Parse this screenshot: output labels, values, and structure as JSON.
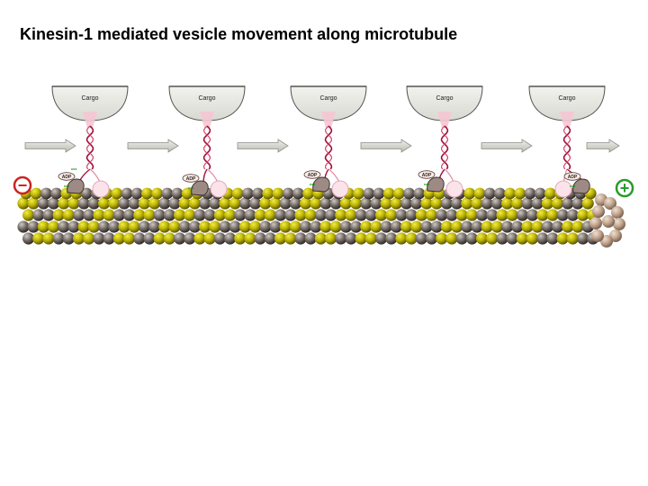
{
  "slide": {
    "title": "Kinesin-1 mediated vesicle movement along microtubule"
  },
  "diagram": {
    "minus_end_symbol": "−",
    "plus_end_symbol": "+",
    "cargo_label": "Cargo",
    "adp_label": "ADP",
    "stages": [
      {
        "cargo": "Cargo",
        "adp": "ADP"
      },
      {
        "cargo": "Cargo",
        "adp": "ADP"
      },
      {
        "cargo": "Cargo",
        "adp": "ADP"
      },
      {
        "cargo": "Cargo",
        "adp": "ADP"
      },
      {
        "cargo": "Cargo",
        "adp": "ADP"
      }
    ],
    "colors": {
      "alpha_tubulin": "#b9b100",
      "beta_tubulin": "#6f6762",
      "tubulin_end": "#c2a58f",
      "minus_end": "#cc2222",
      "plus_end": "#2a9a2a",
      "stalk": "#a0103a",
      "motor_head": "#9e8a84",
      "arrow": "#dcdcd6"
    },
    "icons": [
      "direction-arrow-icon",
      "minus-end-icon",
      "plus-end-icon"
    ]
  }
}
